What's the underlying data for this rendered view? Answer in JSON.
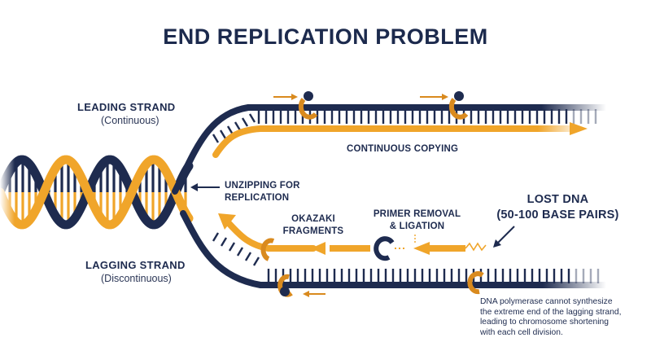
{
  "title": "END REPLICATION PROBLEM",
  "leading": {
    "heading": "LEADING STRAND",
    "sub": "(Continuous)"
  },
  "lagging": {
    "heading": "LAGGING STRAND",
    "sub": "(Discontinuous)"
  },
  "labels": {
    "continuous_copying": "CONTINUOUS COPYING",
    "unzipping_line1": "UNZIPPING FOR",
    "unzipping_line2": "REPLICATION",
    "okazaki_line1": "OKAZAKI",
    "okazaki_line2": "FRAGMENTS",
    "primer_line1": "PRIMER REMOVAL",
    "primer_line2": "& LIGATION",
    "lost_line1": "LOST DNA",
    "lost_line2": "(50-100 BASE PAIRS)"
  },
  "note_lines": [
    "DNA polymerase cannot synthesize",
    "the extreme end of the lagging strand,",
    "leading to chromosome shortening",
    "with each cell division."
  ],
  "colors": {
    "navy": "#1e2b4f",
    "orange": "#f0a52a",
    "dark_orange": "#d98a1e",
    "background": "#ffffff"
  },
  "icons": [
    "polymerase-icon",
    "arrow-icon"
  ]
}
